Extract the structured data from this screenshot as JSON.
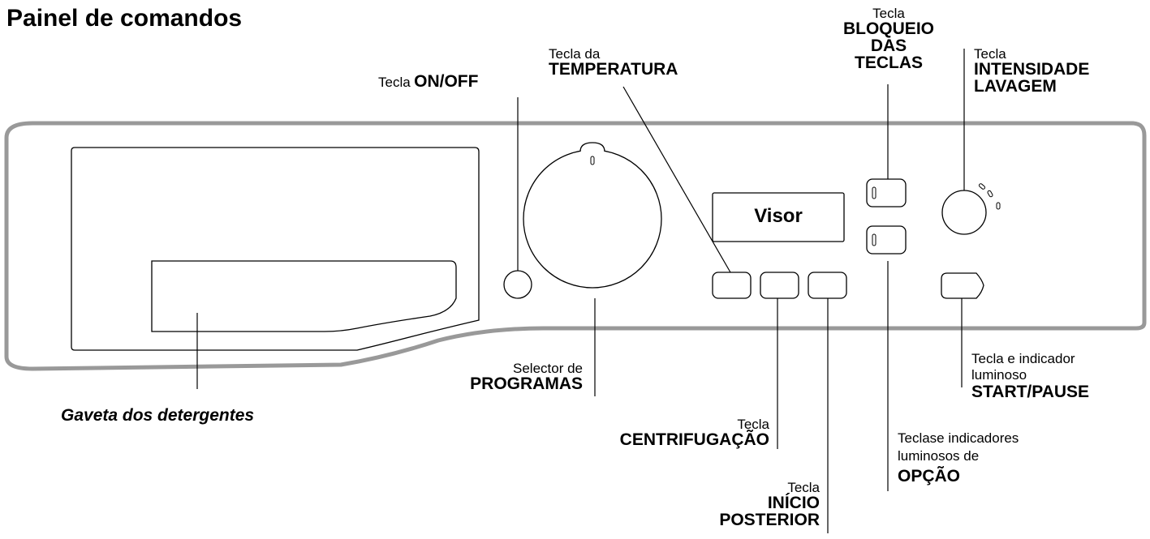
{
  "title": "Painel de comandos",
  "display_text": "Visor",
  "labels": {
    "on_off": {
      "light": "Tecla",
      "bold": "ON/OFF"
    },
    "temperatura": {
      "light": "Tecla da",
      "bold": "TEMPERATURA"
    },
    "bloqueio": {
      "light": "Tecla",
      "bold1": "BLOQUEIO",
      "bold2": "DAS",
      "bold3": "TECLAS"
    },
    "intensidade": {
      "light": "Tecla",
      "bold1": "INTENSIDADE",
      "bold2": "LAVAGEM"
    },
    "programas": {
      "light": "Selector de",
      "bold": "PROGRAMAS"
    },
    "gaveta": {
      "text": "Gaveta dos detergentes"
    },
    "centrifugacao": {
      "light": "Tecla",
      "bold": "CENTRIFUGAÇÃO"
    },
    "inicio": {
      "light": "Tecla",
      "bold1": "INÍCIO",
      "bold2": "POSTERIOR"
    },
    "opcao": {
      "light1": "Teclase indicadores",
      "light2": "luminosos de",
      "bold": "OPÇÃO"
    },
    "start": {
      "light1": "Tecla e indicador",
      "light2": "luminoso",
      "bold": "START/PAUSE"
    }
  }
}
